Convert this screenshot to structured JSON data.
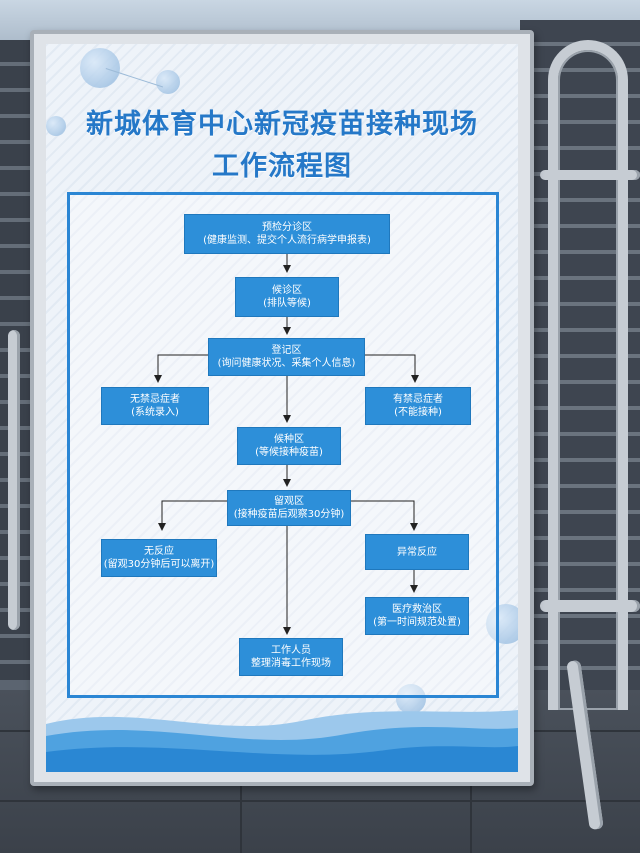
{
  "poster": {
    "title_line1": "新城体育中心新冠疫苗接种现场",
    "title_line2": "工作流程图"
  },
  "flow": {
    "precheck": {
      "title": "预检分诊区",
      "desc": "(健康监测、提交个人流行病学申报表)"
    },
    "waiting": {
      "title": "候诊区",
      "desc": "(排队等候)"
    },
    "registration": {
      "title": "登记区",
      "desc": "(询问健康状况、采集个人信息)"
    },
    "no_contra": {
      "title": "无禁忌症者",
      "desc": "(系统录入)"
    },
    "has_contra": {
      "title": "有禁忌症者",
      "desc": "(不能接种)"
    },
    "vaccination": {
      "title": "候种区",
      "desc": "(等候接种疫苗)"
    },
    "observation": {
      "title": "留观区",
      "desc": "(接种疫苗后观察30分钟)"
    },
    "no_reaction": {
      "title": "无反应",
      "desc": "(留观30分钟后可以离开)"
    },
    "abnormal": {
      "title": "异常反应"
    },
    "rescue": {
      "title": "医疗救治区",
      "desc": "(第一时间规范处置)"
    },
    "staff": {
      "title": "工作人员",
      "desc": "整理消毒工作现场"
    }
  },
  "colors": {
    "box": "#2d8fd9",
    "title": "#2578c8",
    "frame": "#2b86d4"
  }
}
